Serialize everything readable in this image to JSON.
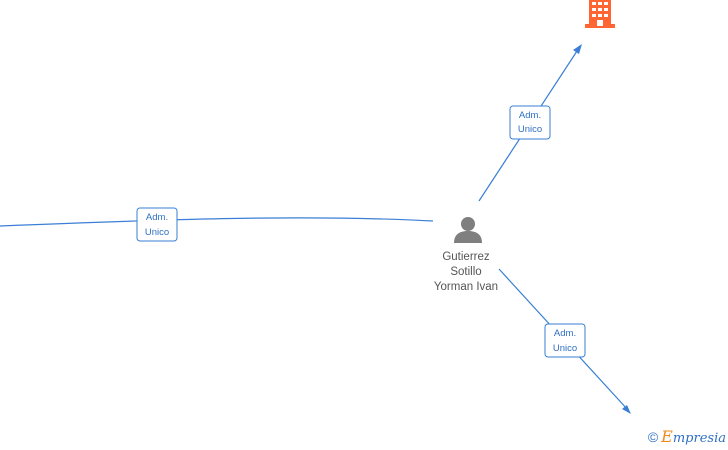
{
  "nodes": {
    "company": {
      "icon": "building-icon",
      "color": "#ff6633"
    },
    "person": {
      "icon": "person-icon",
      "color": "#7f7f7f",
      "name_lines": [
        "Gutierrez",
        "Sotillo",
        "Yorman Ivan"
      ]
    }
  },
  "edges": [
    {
      "label_lines": [
        "Adm.",
        "Unico"
      ],
      "direction": "to-company"
    },
    {
      "label_lines": [
        "Adm.",
        "Unico"
      ],
      "direction": "from-left"
    },
    {
      "label_lines": [
        "Adm.",
        "Unico"
      ],
      "direction": "to-bottom-right"
    }
  ],
  "watermark": {
    "copyright": "©",
    "brand_initial": "E",
    "brand_rest": "mpresia"
  },
  "colors": {
    "edge": "#3a7fd5",
    "company": "#ff6633",
    "person": "#7f7f7f"
  }
}
